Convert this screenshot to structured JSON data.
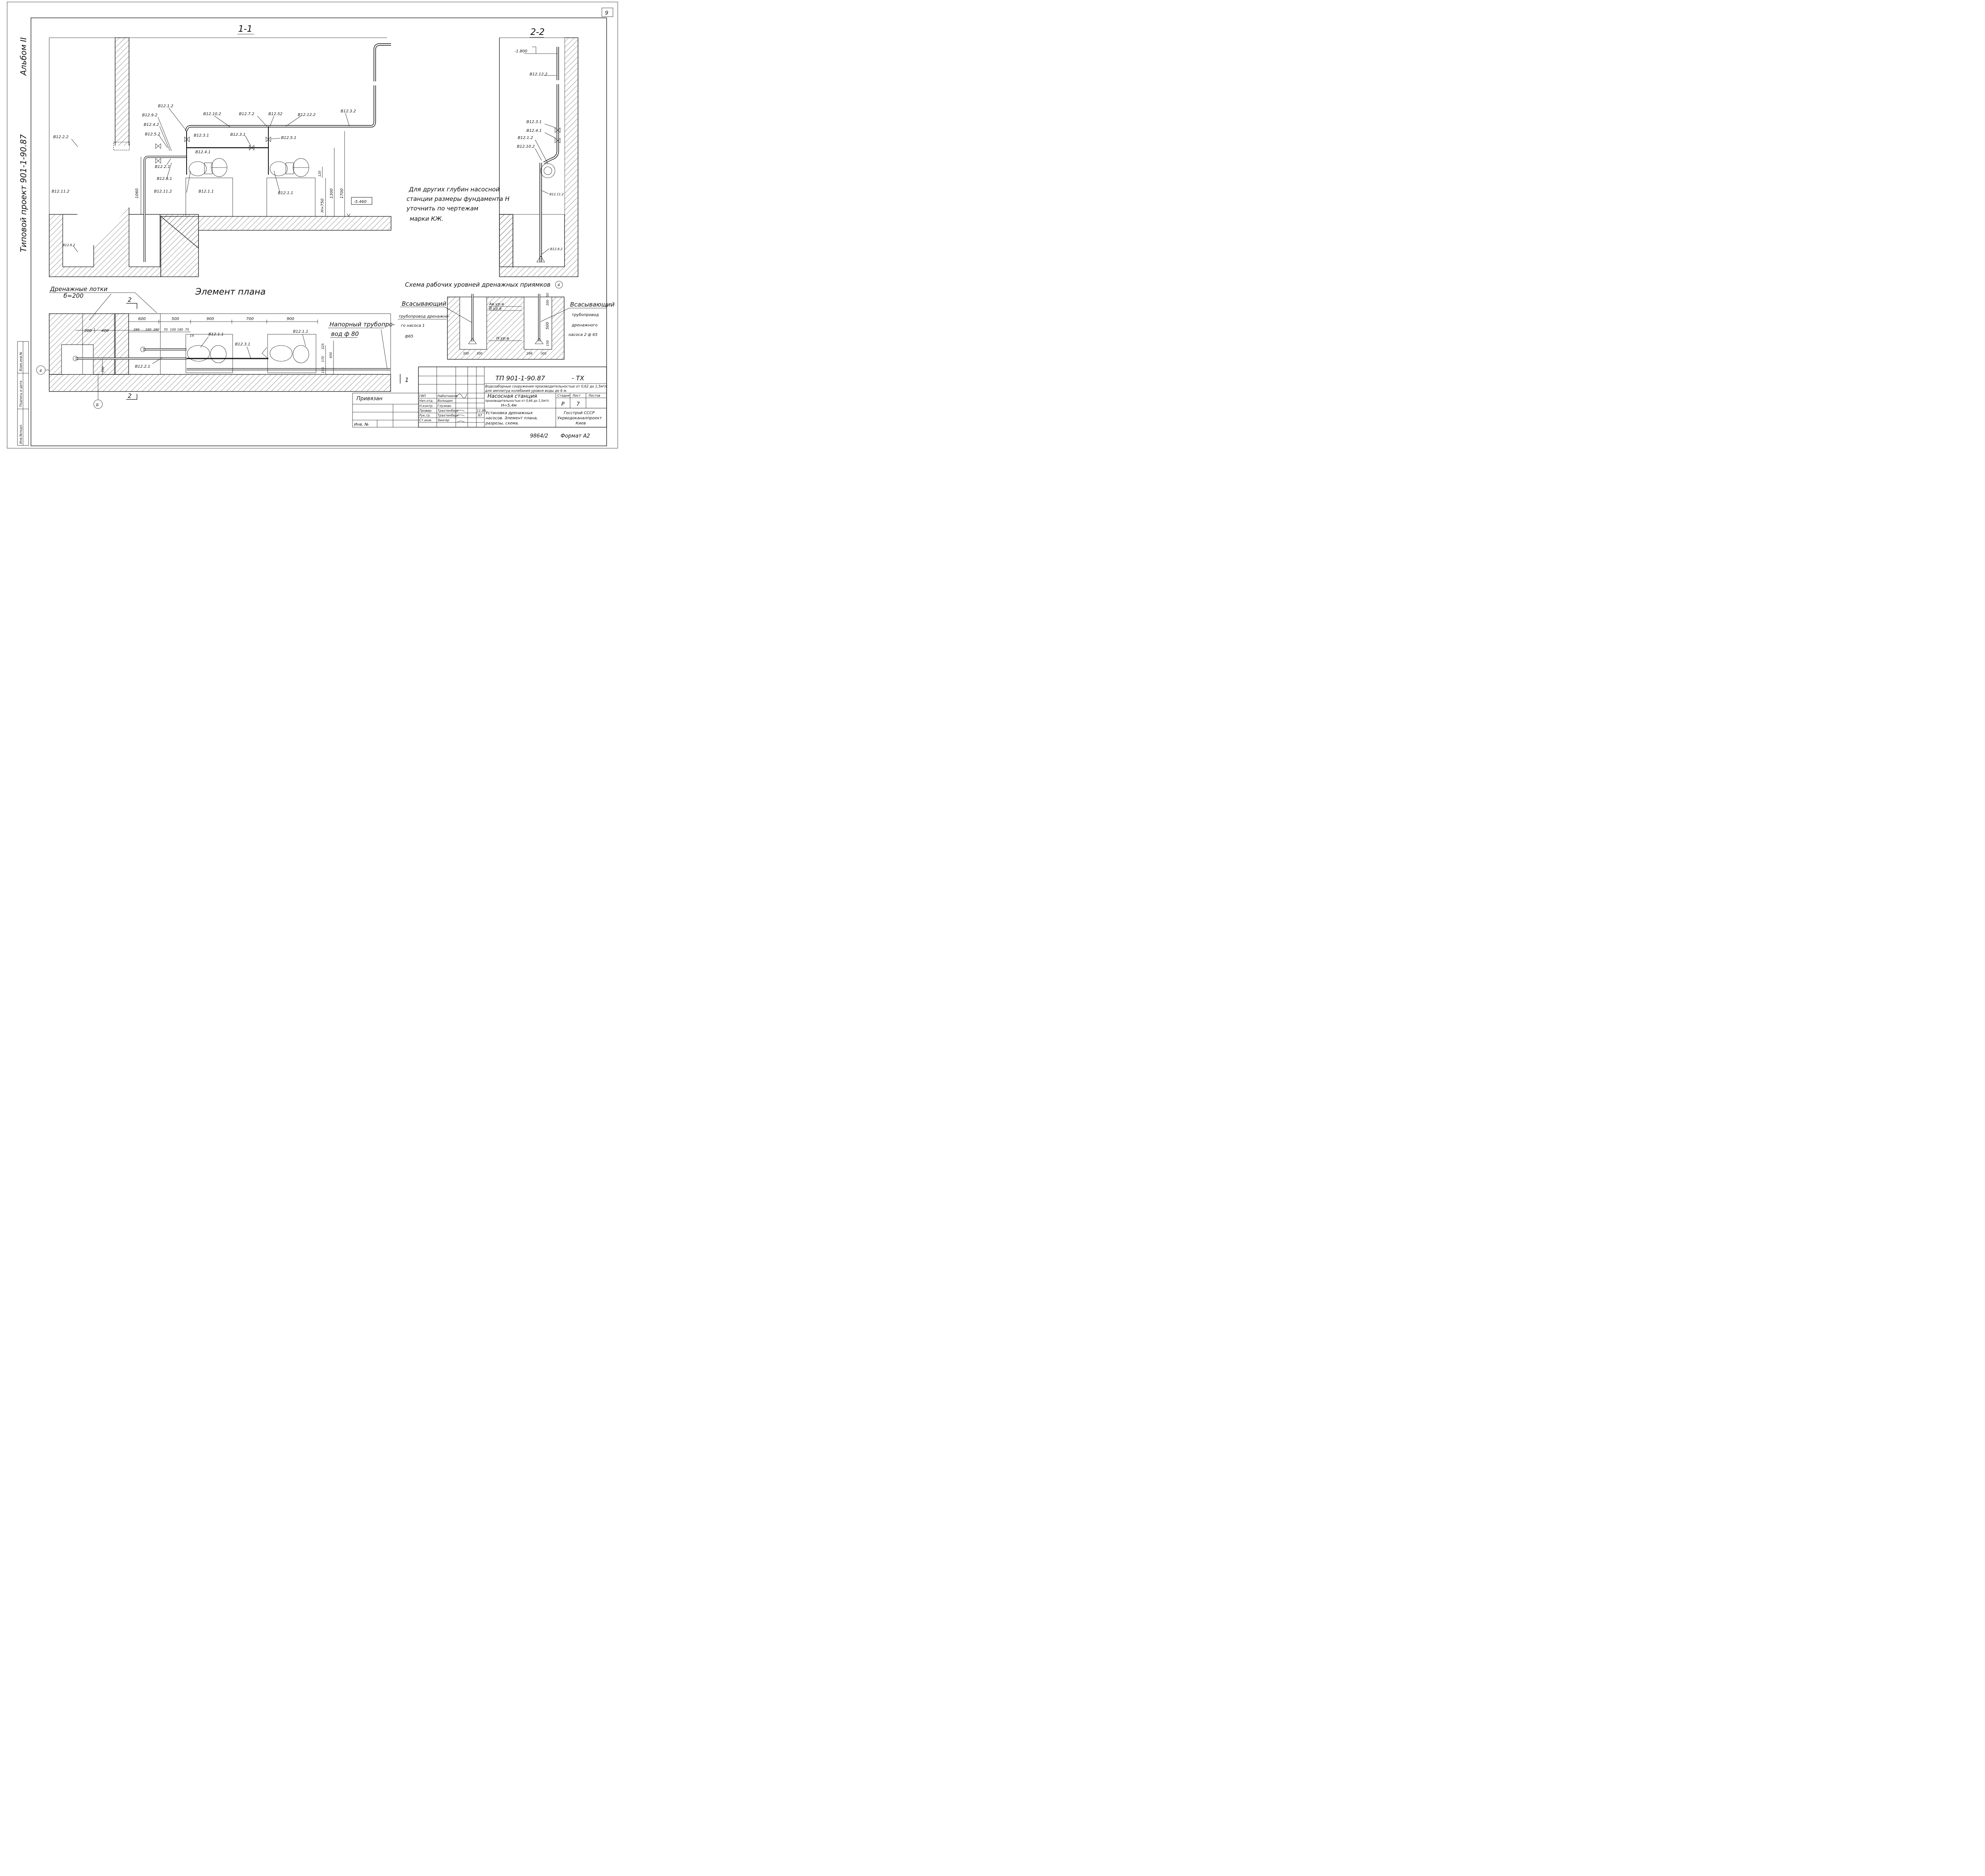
{
  "sheet": {
    "sheet_number": "9",
    "album": "Альбом II",
    "project_side_label": "Типовой проект 901-1-90.87",
    "format_label": "Формат А2",
    "inventory_number": "9864/2"
  },
  "section_1_1": {
    "title": "1-1",
    "labels": {
      "v12_2_2": "В12.2.2",
      "v12_11_2_left": "В12.11.2",
      "v12_8_2": "В12.8.2",
      "v12_9_2": "В12.9.2",
      "v12_4_2": "В12.4.2",
      "v12_5_2": "В12.5.2",
      "v12_2_1": "В12.2.1",
      "v12_6_1": "В12.6.1",
      "v12_11_2_mid": "В12.11.2",
      "v12_1_2": "В12.1.2",
      "v12_10_2": "В12.10.2",
      "v12_3_1_a": "В12.3.1",
      "v12_4_1": "В12.4.1",
      "v12_7_2": "В12.7.2",
      "v12_5_2_b": "В12.52",
      "v12_12_2": "В12.12.2",
      "v12_3_1_b": "В12.3.1",
      "v12_5_1": "В12.5.1",
      "v12_3_2": "В12.3.2",
      "v12_1_1_a": "В12.1.1",
      "v12_1_1_b": "В12.1.1"
    },
    "dims": {
      "d1060": "1060",
      "d120": "120",
      "d1300": "1300",
      "d1700": "1700",
      "h750": "Н=750"
    },
    "elevation": "-5.460",
    "note_lines": [
      "Для других глубин насосной",
      "станции размеры фундамента Н",
      "уточнить по чертежам",
      "марки КЖ."
    ]
  },
  "section_2_2": {
    "title": "2-2",
    "elevation": "-1.800",
    "labels": {
      "v12_12_2": "В12.12.2",
      "v12_3_1": "В12.3.1",
      "v12_4_1": "В12.4.1",
      "v12_1_2": "В12.1.2",
      "v12_10_2": "В12.10.2",
      "v12_11_2": "В12.11.2",
      "v12_8_2": "В12.8.2"
    }
  },
  "plan": {
    "title": "Элемент плана",
    "drain_trays": "Дренажные лотки",
    "tray_width": "б=200",
    "section_mark_2": "2",
    "section_mark_1": "1",
    "axis_4": "4",
    "axis_b": "Б",
    "pressure_pipe_lines": [
      "Напорный трубопро-",
      "вод ф 80"
    ],
    "dims_top": [
      "300",
      "400",
      "600",
      "500",
      "900",
      "700",
      "900"
    ],
    "dims_small": [
      "299",
      "180",
      "290",
      "70",
      "100",
      "180",
      "75"
    ],
    "dim_14": "14",
    "dim_330": "330",
    "dims_right": [
      "170",
      "325",
      "650",
      "155"
    ],
    "labels": {
      "v12_1_1_a": "В12.1.1",
      "v12_3_1": "В12.3.1",
      "v12_1_1_b": "В12.1.1",
      "v12_2_1": "В12.2.1"
    }
  },
  "levels_scheme": {
    "title": "Схема рабочих уровней дренажных приямков",
    "axis": "4",
    "left_caption": [
      "Всасывающий",
      "трубопровод дренажно-",
      "го насоса 1",
      "ф65"
    ],
    "right_caption": [
      "Всасывающий",
      "трубопровод",
      "дренажного",
      "насоса 2 ф 65"
    ],
    "levels": [
      "Ав.ур.в",
      "В.ур.в",
      "Н.ур.в"
    ],
    "dims": [
      "300",
      "300",
      "299",
      "301",
      "50",
      "300",
      "500",
      "150"
    ]
  },
  "title_block": {
    "designation": "ТП  901-1-90.87",
    "mark": "- ТХ",
    "object_line1": "Водозаборные сооружения производительностью от 0,62 до 1,5м³/с",
    "object_line2": "для амплитуд колебания уровня воды до 6 м.",
    "station_title": "Насосная станция",
    "station_sub": "производительностью от 0,66 до 1,5м³/с",
    "station_h": "Н=5,4м",
    "stage_header": "Стадия",
    "sheet_header": "Лист",
    "sheets_header": "Листов",
    "stage": "Р",
    "sheet_no": "7",
    "sheet_title": [
      "Установка дренажных",
      "насосов. Элемент плана,",
      "разрезы, схема."
    ],
    "org": [
      "Госстрой СССР",
      "Укрводоканалпроект",
      "Киев"
    ],
    "bound": "Привязан",
    "inv_no": "Инв. №",
    "roles": [
      "ГИП",
      "Нач.отд.",
      "Н.контр.",
      "Провер.",
      "Рук.гр.",
      "Ст.инж."
    ],
    "names": [
      "Набатников",
      "Волощин",
      "Глузман",
      "Трахтенберг",
      "Трахтенберг",
      "Зингер"
    ],
    "dates": [
      "11.86",
      "87"
    ]
  },
  "side_stamp": {
    "cells": [
      "Инв.№подл.",
      "Подпись и дата",
      "Взам.инв.№"
    ]
  }
}
